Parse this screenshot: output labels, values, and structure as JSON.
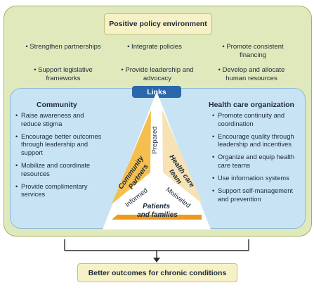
{
  "policy": {
    "title": "Positive policy environment",
    "items": [
      "• Strengthen partnerships",
      "• Integrate policies",
      "• Promote consistent",
      "financing",
      "• Support legislative",
      "frameworks",
      "• Provide leadership and",
      "advocacy",
      "• Develop and allocate",
      "human resources"
    ]
  },
  "links_label": "Links",
  "community": {
    "title": "Community",
    "items": [
      "Raise awareness and reduce stigma",
      "Encourage better outcomes through leadership and support",
      "Mobilize and coordinate resources",
      "Provide complimentary services"
    ]
  },
  "hco": {
    "title": "Health care organization",
    "items": [
      "Promote continuity and coordination",
      "Encourage quality through leadership and incentives",
      "Organize and equip health care teams",
      "Use information systems",
      "Support self-management and prevention"
    ]
  },
  "triangle": {
    "left": [
      "Community",
      "Partners"
    ],
    "right": [
      "Health care",
      "team"
    ],
    "bottom": [
      "Patients",
      "and families"
    ],
    "edge_prepared": "Prepared",
    "edge_informed": "Informed",
    "edge_motivated": "Motivated"
  },
  "outcome": "Better outcomes for chronic conditions",
  "colors": {
    "outer_bg": "#dfe9bc",
    "links_bg": "#c8e3f4",
    "links_label": "#2a67ab",
    "left_triangle": "#f4bf4e",
    "right_triangle": "#f6e2b4",
    "bottom_triangle": "#ee9a1e"
  }
}
